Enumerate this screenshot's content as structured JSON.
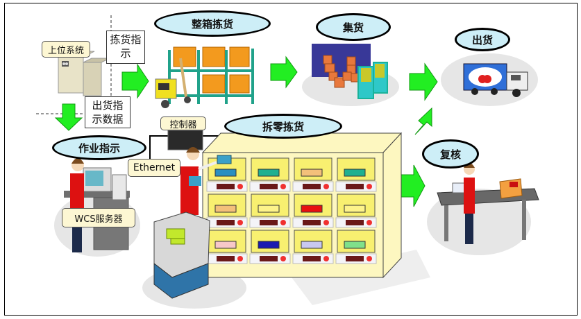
{
  "diagram": {
    "stages": {
      "case_picking": "整箱拣货",
      "consolidation": "集货",
      "shipping": "出货",
      "piece_picking": "拆零拣货",
      "work_instruction": "作业指示",
      "recheck": "复核"
    },
    "labels": {
      "host_system": "上位系统",
      "controller": "控制器",
      "ethernet": "Ethernet",
      "wcs_server": "WCS服务器"
    },
    "notes": {
      "picking_instruction_line1": "拣货指",
      "picking_instruction_line2": "示",
      "shipping_data_line1": "出货指",
      "shipping_data_line2": "示数据"
    },
    "colors": {
      "arrow": "#22ee22",
      "ellipse_fill": "#cdeef7",
      "tag_fill": "#fdf7d3",
      "shelf": "#fdf7c0",
      "apron": "#dd1111"
    }
  }
}
